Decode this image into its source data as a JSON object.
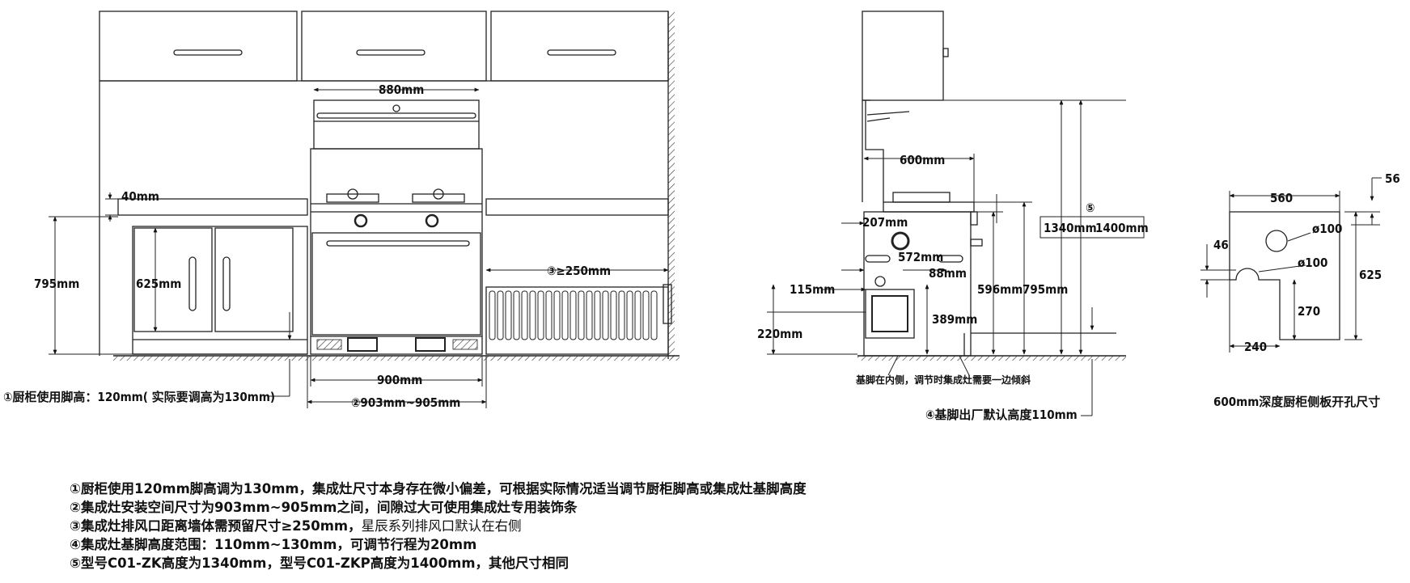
{
  "front_view": {
    "dims": {
      "d880": "880mm",
      "d40": "40mm",
      "d795": "795mm",
      "d625": "625mm",
      "d250": "③≥250mm",
      "d900": "900mm",
      "d903": "②903mm~905mm"
    },
    "leg_caption": "①厨柜使用脚高：120mm( 实际要调高为130mm)"
  },
  "side_view": {
    "dims": {
      "d600": "600mm",
      "d207": "207mm",
      "d572": "572mm",
      "d88": "88mm",
      "d115": "115mm",
      "d389": "389mm",
      "d220": "220mm",
      "d596": "596mm",
      "d795": "795mm",
      "circ5": "⑤",
      "d1340": "1340mm",
      "d1400": "1400mm"
    },
    "foot_note": "基脚在内侧，调节时集成灶需要一边倾斜",
    "foot_height_caption": "④基脚出厂默认高度110mm"
  },
  "panel_view": {
    "dims": {
      "d560": "560",
      "d56": "56",
      "dia1": "ø100",
      "dia2": "ø100",
      "d46": "46",
      "d625": "625",
      "d270": "270",
      "d240": "240"
    },
    "caption": "600mm深度厨柜侧板开孔尺寸"
  },
  "notes": [
    {
      "bold": "①厨柜使用120mm脚高调为130mm，集成灶尺寸本身存在微小偏差，可根据实际情况适当调节厨柜脚高或集成灶基脚高度",
      "extra": ""
    },
    {
      "bold": "②集成灶安装空间尺寸为903mm~905mm之间，间隙过大可使用集成灶专用装饰条",
      "extra": ""
    },
    {
      "bold": "③集成灶排风口距离墙体需预留尺寸≥250mm，",
      "extra": "星辰系列排风口默认在右侧"
    },
    {
      "bold": "④集成灶基脚高度范围：110mm~130mm，可调节行程为20mm",
      "extra": ""
    },
    {
      "bold": "⑤型号C01-ZK高度为1340mm，型号C01-ZKP高度为1400mm，其他尺寸相同",
      "extra": ""
    }
  ]
}
